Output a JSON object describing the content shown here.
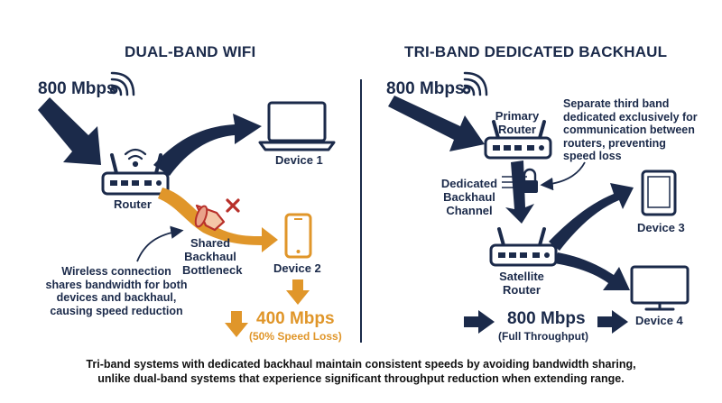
{
  "left_panel": {
    "heading": "DUAL-BAND WIFI",
    "input_speed": "800 Mbps",
    "router_label": "Router",
    "device1_label": "Device 1",
    "device2_label": "Device 2",
    "bottleneck_label": [
      "Shared",
      "Backhaul",
      "Bottleneck"
    ],
    "note": [
      "Wireless connection",
      "shares bandwidth for both",
      "devices and backhaul,",
      "causing speed reduction"
    ],
    "output_speed": "400 Mbps",
    "output_note": "(50% Speed Loss)"
  },
  "right_panel": {
    "heading": "TRI-BAND DEDICATED BACKHAUL",
    "input_speed": "800 Mbps",
    "primary_router_label": [
      "Primary",
      "Router"
    ],
    "note": [
      "Separate third band",
      "dedicated exclusively for",
      "communication between",
      "routers, preventing",
      "speed loss"
    ],
    "channel_label": [
      "Dedicated",
      "Backhaul",
      "Channel"
    ],
    "satellite_router_label": [
      "Satellite",
      "Router"
    ],
    "device3_label": "Device 3",
    "device4_label": "Device 4",
    "output_speed": "800 Mbps",
    "output_note": "(Full Throughput)"
  },
  "footer": {
    "caption_line1": "Tri-band systems with dedicated backhaul maintain consistent speeds by avoiding bandwidth sharing,",
    "caption_line2": "unlike dual-band systems that experience significant throughput reduction when extending range."
  },
  "colors": {
    "navy": "#1b2a4a",
    "orange": "#e0962a",
    "red": "#b8302a"
  }
}
